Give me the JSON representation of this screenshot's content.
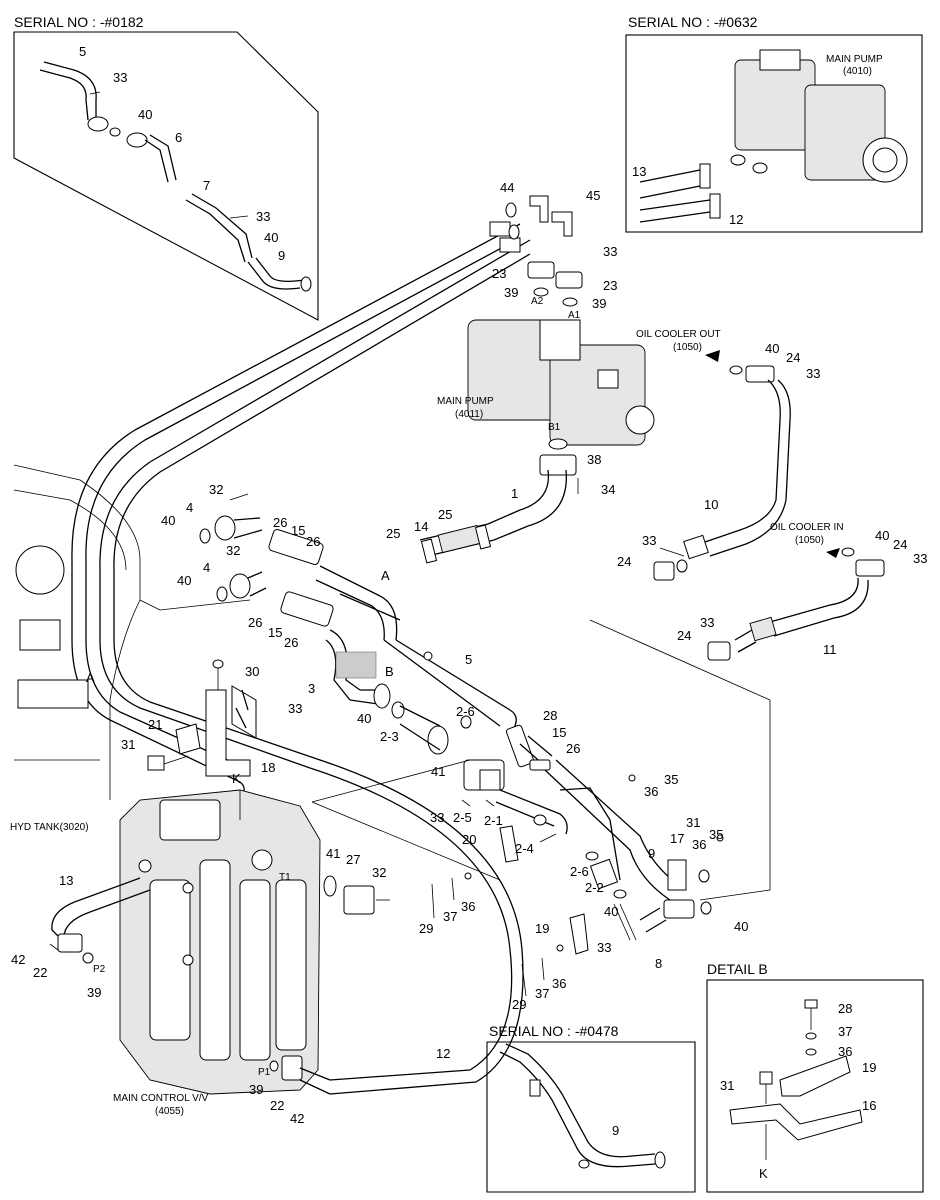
{
  "insets": {
    "serial_0182": "SERIAL NO : -#0182",
    "serial_0632": "SERIAL NO : -#0632",
    "serial_0478": "SERIAL NO : -#0478",
    "detail_b": "DETAIL B"
  },
  "components": {
    "main_pump_top_name": "MAIN PUMP",
    "main_pump_top_code": "(4010)",
    "main_pump_name": "MAIN PUMP",
    "main_pump_code": "(4011)",
    "oil_cooler_out_name": "OIL COOLER OUT",
    "oil_cooler_out_code": "(1050)",
    "oil_cooler_in_name": "OIL COOLER IN",
    "oil_cooler_in_code": "(1050)",
    "hyd_tank": "HYD TANK(3020)",
    "main_control_name": "MAIN CONTROL V/V",
    "main_control_code": "(4055)"
  },
  "port_labels": {
    "a1": "A1",
    "a2": "A2",
    "b1": "B1",
    "t1": "T1",
    "p1": "P1",
    "p2": "P2"
  },
  "callouts": {
    "c5a": "5",
    "c33a": "33",
    "c40a": "40",
    "c6": "6",
    "c7": "7",
    "c33b": "33",
    "c40b": "40",
    "c9a": "9",
    "c13a": "13",
    "c12a": "12",
    "c44": "44",
    "c45": "45",
    "c33c": "33",
    "c23a": "23",
    "c23b": "23",
    "c39a": "39",
    "c39b": "39",
    "c40c": "40",
    "c24a": "24",
    "c33d": "33",
    "c38": "38",
    "c34": "34",
    "c1": "1",
    "c10": "10",
    "c32a": "32",
    "c4a": "4",
    "c40d": "40",
    "c26a": "26",
    "c15a": "15",
    "c26b": "26",
    "c25a": "25",
    "c14": "14",
    "c25b": "25",
    "cA1": "A",
    "c32b": "32",
    "c4b": "4",
    "c40e": "40",
    "c26c": "26",
    "c15b": "15",
    "c26d": "26",
    "c33e": "33",
    "c24b": "24",
    "c40f": "40",
    "c24c": "24",
    "c33f": "33",
    "c33g": "33",
    "c24d": "24",
    "c11": "11",
    "cA2": "A",
    "c30": "30",
    "c21": "21",
    "c31a": "31",
    "c18": "18",
    "c3": "3",
    "cB": "B",
    "c33h": "33",
    "c40g": "40",
    "c5b": "5",
    "c2_6a": "2-6",
    "c2_3": "2-3",
    "c28a": "28",
    "c15c": "15",
    "c26e": "26",
    "c41a": "41",
    "c35a": "35",
    "c36a": "36",
    "cK1": "K",
    "c33i": "33",
    "c2_5": "2-5",
    "c2_1": "2-1",
    "c31b": "31",
    "c17": "17",
    "c35b": "35",
    "c36b": "36",
    "c20": "20",
    "c2_4": "2-4",
    "c9b": "9",
    "c2_6b": "2-6",
    "c2_2": "2-2",
    "c40h": "40",
    "c40i": "40",
    "c13b": "13",
    "c41b": "41",
    "c27": "27",
    "c32c": "32",
    "c29a": "29",
    "c37a": "37",
    "c36c": "36",
    "c19a": "19",
    "c33j": "33",
    "c8": "8",
    "c42a": "42",
    "c22a": "22",
    "c39c": "39",
    "c29b": "29",
    "c37b": "37",
    "c36d": "36",
    "c12b": "12",
    "c39d": "39",
    "c22b": "22",
    "c42b": "42",
    "c9c": "9",
    "c28b": "28",
    "c37c": "37",
    "c36e": "36",
    "c31c": "31",
    "c19b": "19",
    "c16": "16",
    "cK2": "K"
  },
  "colors": {
    "line": "#000000",
    "background": "#ffffff",
    "shade": "#e6e6e6"
  }
}
